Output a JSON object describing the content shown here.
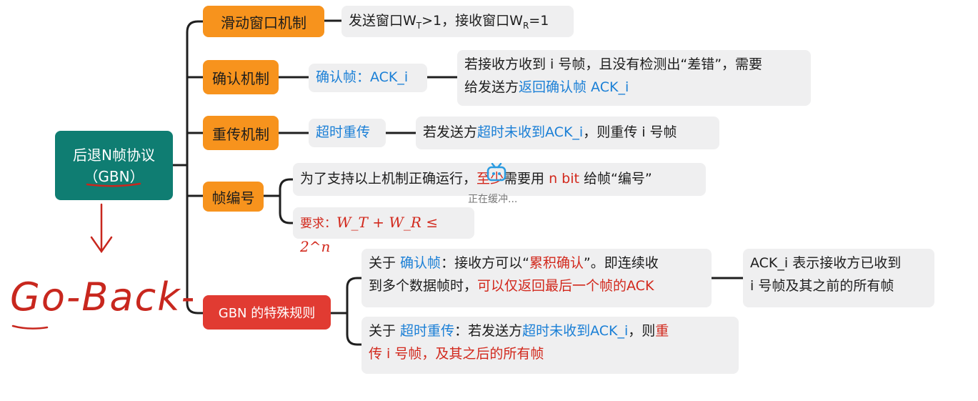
{
  "root": {
    "line1": "后退N帧协议",
    "line2": "（GBN）"
  },
  "annotation": {
    "handwriting": "Go-Back-N"
  },
  "branches": {
    "sliding": {
      "label": "滑动窗口机制",
      "note": {
        "a": "发送窗口W",
        "sub1": "T",
        "b": ">1，接收窗口W",
        "sub2": "R",
        "c": "=1"
      }
    },
    "ack": {
      "label": "确认机制",
      "sub": "确认帧：ACK_i",
      "note": {
        "line1": "若接收方收到 i 号帧，且没有检测出“差错”，需要",
        "line2a": "给发送方",
        "line2b": "返回确认帧 ACK_i"
      }
    },
    "retrans": {
      "label": "重传机制",
      "sub": "超时重传",
      "note": {
        "a": "若发送方",
        "b": "超时未收到ACK_i",
        "c": "，则重传 i 号帧"
      }
    },
    "numbering": {
      "label": "帧编号",
      "note1": {
        "a": "为了支持以上机制正确运行，",
        "b": "至少",
        "c": "需要用 ",
        "d": "n bit",
        "e": " 给帧“编号”"
      },
      "note2": {
        "prefix": "要求：",
        "formula": "W_T + W_R ≤ 2^n"
      }
    },
    "special": {
      "label": "GBN 的特殊规则",
      "rule1": {
        "a": "关于 ",
        "b": "确认帧",
        "c": "：接收方可以“",
        "d": "累积确认",
        "e": "”。即连续收",
        "f": "到多个数据帧时，",
        "g": "可以仅返回最后一个帧的ACK"
      },
      "rule1_note": {
        "line1": "ACK_i 表示接收方已收到",
        "line2": "i 号帧及其之前的所有帧"
      },
      "rule2": {
        "a": "关于 ",
        "b": "超时重传",
        "c": "：若发送方",
        "d": "超时未收到ACK_i",
        "e": "，则",
        "f": "重",
        "g": "传 i 号帧，及其之后的所有帧"
      }
    }
  },
  "overlay": {
    "buffering": "正在缓冲..."
  },
  "colors": {
    "root": "#0f7d72",
    "branch": "#f7931d",
    "special": "#e13b32",
    "note_bg": "#efeff0",
    "blue": "#1a7fd6",
    "red": "#d2281c"
  }
}
